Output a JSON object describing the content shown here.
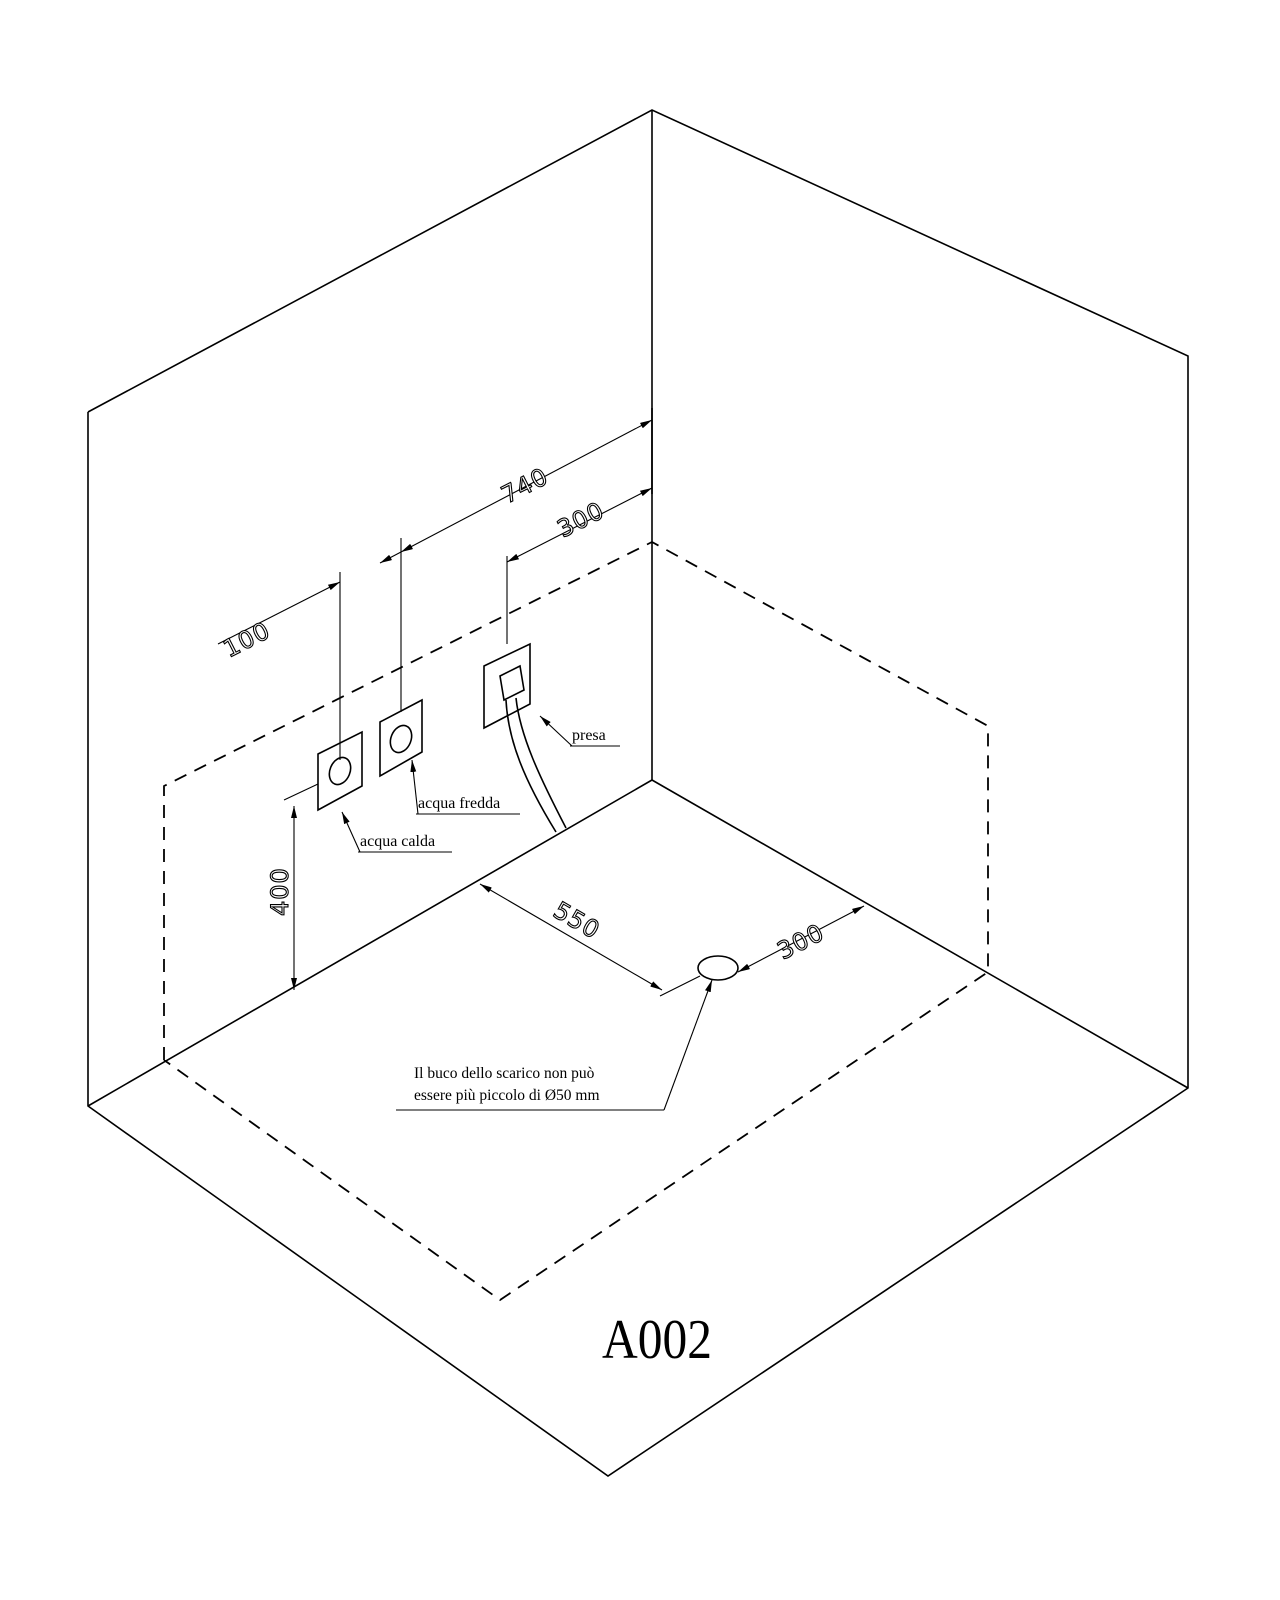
{
  "dimensions": {
    "d740": "740",
    "d300_wall": "300",
    "d100": "100",
    "d400": "400",
    "d550": "550",
    "d300_floor": "300"
  },
  "labels": {
    "hot_water": "acqua calda",
    "cold_water": "acqua fredda",
    "socket": "presa",
    "drain_note_line1": "Il buco dello scarico non può",
    "drain_note_line2": "essere più piccolo di Ø50 mm"
  },
  "model_code": "A002"
}
